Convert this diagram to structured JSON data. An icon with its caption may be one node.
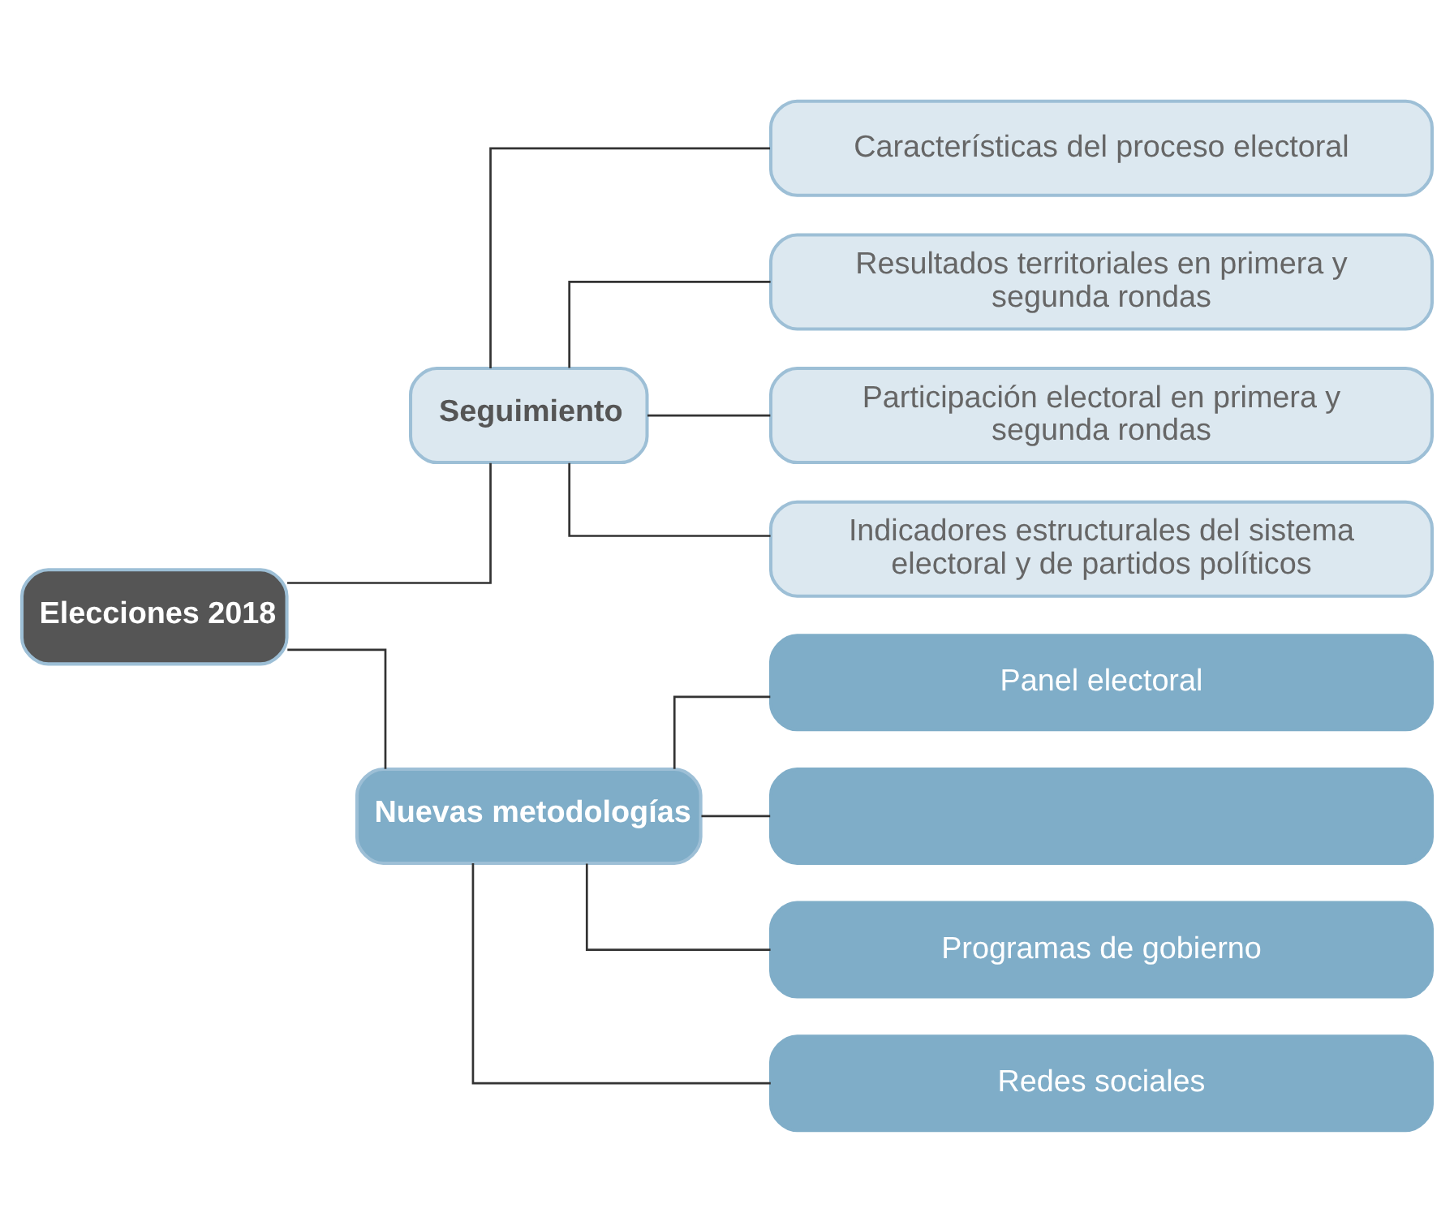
{
  "diagram": {
    "nodes": [
      {
        "text": [
          "Elecciones 2018"
        ]
      },
      {
        "text": [
          "Seguimiento"
        ]
      },
      {
        "text": [
          "Nuevas metodologías"
        ]
      },
      {
        "text": [
          "Características del proceso electoral"
        ]
      },
      {
        "text": [
          "Resultados territoriales en primera y segunda rondas"
        ]
      },
      {
        "text": [
          "Participación electoral en primera y segunda rondas"
        ]
      },
      {
        "text": [
          "Indicadores estructurales del sistema electoral y de partidos políticos"
        ]
      },
      {
        "text": [
          "Panel electoral"
        ]
      },
      {
        "text": [],
        "shape": "box"
      },
      {
        "text": [
          "Programas de gobierno"
        ]
      },
      {
        "text": [
          "Redes sociales"
        ]
      }
    ],
    "edges": [
      {
        "from": 0,
        "to": 1,
        "arrow": "none"
      },
      {
        "from": 0,
        "to": 2,
        "arrow": "none"
      },
      {
        "from": 1,
        "to": 3,
        "arrow": "none"
      },
      {
        "from": 1,
        "to": 4,
        "arrow": "none"
      },
      {
        "from": 1,
        "to": 5,
        "arrow": "none"
      },
      {
        "from": 1,
        "to": 6,
        "arrow": "none"
      },
      {
        "from": 2,
        "to": 7,
        "arrow": "none"
      },
      {
        "from": 2,
        "to": 8,
        "arrow": "none"
      },
      {
        "from": 2,
        "to": 9,
        "arrow": "none"
      },
      {
        "from": 2,
        "to": 10,
        "arrow": "none"
      }
    ]
  }
}
